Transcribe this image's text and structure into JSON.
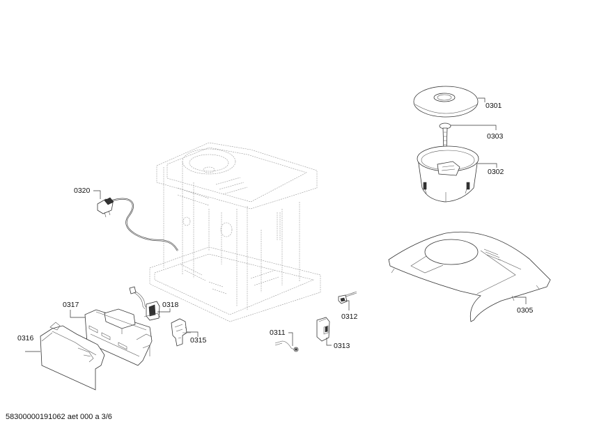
{
  "diagram": {
    "type": "exploded-parts-diagram",
    "footer_text": "58300000191062 aet 000 a 3/6",
    "parts": [
      {
        "id": "0301",
        "label": "0301",
        "description": "lid-disc"
      },
      {
        "id": "0302",
        "label": "0302",
        "description": "bean-container"
      },
      {
        "id": "0303",
        "label": "0303",
        "description": "screw"
      },
      {
        "id": "0305",
        "label": "0305",
        "description": "top-cover"
      },
      {
        "id": "0311",
        "label": "0311",
        "description": "sensor-cable"
      },
      {
        "id": "0312",
        "label": "0312",
        "description": "connector-cable"
      },
      {
        "id": "0313",
        "label": "0313",
        "description": "switch"
      },
      {
        "id": "0315",
        "label": "0315",
        "description": "bracket"
      },
      {
        "id": "0316",
        "label": "0316",
        "description": "side-panel"
      },
      {
        "id": "0317",
        "label": "0317",
        "description": "control-unit-holder"
      },
      {
        "id": "0318",
        "label": "0318",
        "description": "sensor-with-cable"
      },
      {
        "id": "0320",
        "label": "0320",
        "description": "power-cord"
      }
    ]
  }
}
